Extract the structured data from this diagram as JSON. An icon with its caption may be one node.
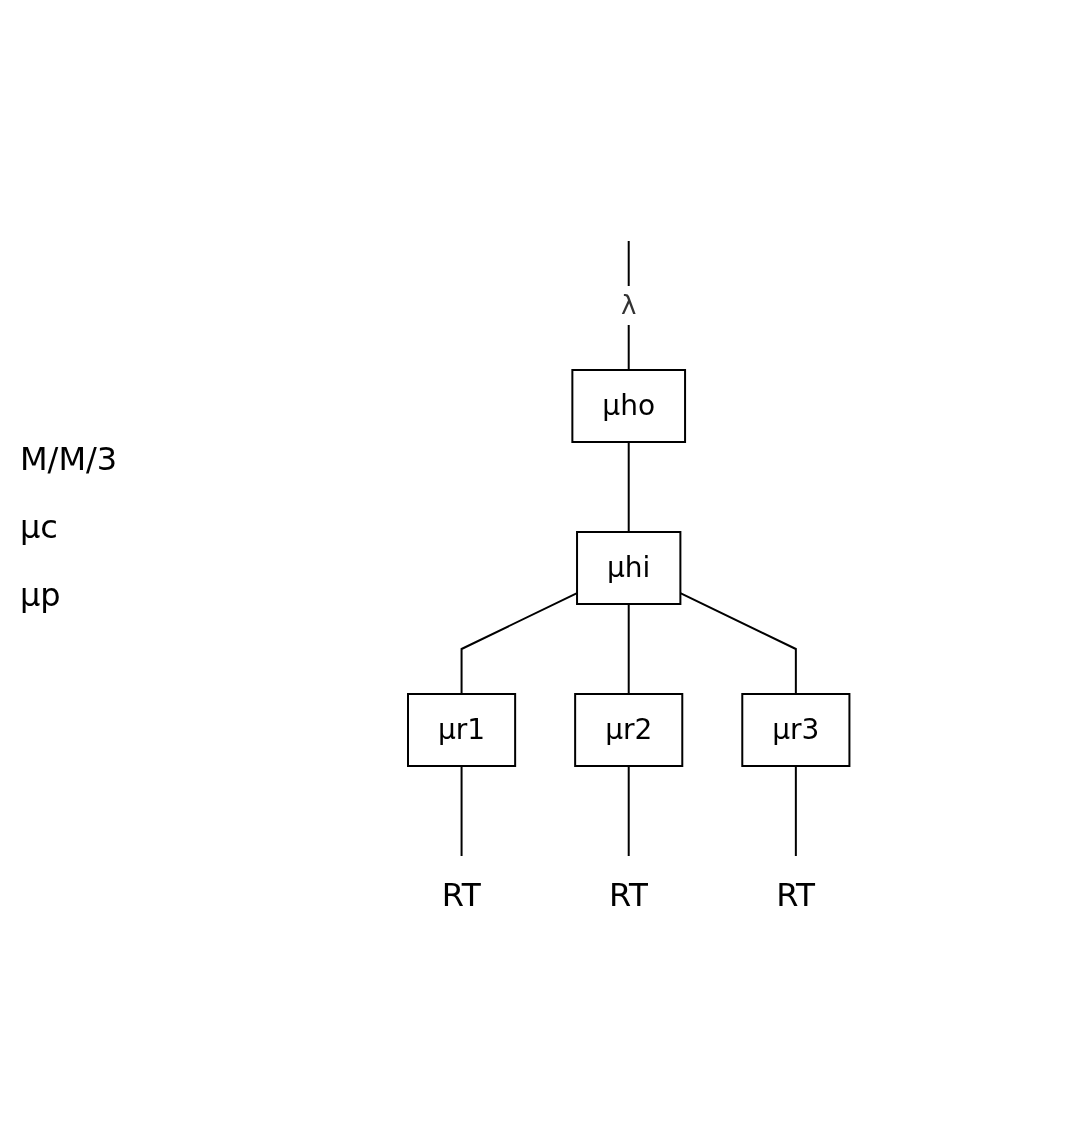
{
  "diagram": {
    "nodes": [
      {
        "text": [
          "μho"
        ]
      },
      {
        "text": [
          "μhi"
        ]
      },
      {
        "text": [
          "μr1"
        ]
      },
      {
        "text": [
          "μr2"
        ]
      },
      {
        "text": [
          "μr3"
        ]
      },
      {
        "text": [
          "RT"
        ]
      },
      {
        "text": [
          "RT"
        ]
      },
      {
        "text": [
          "RT"
        ]
      }
    ],
    "edges": [
      {
        "from": null,
        "to": 0,
        "arrow": "none",
        "label": "λ"
      },
      {
        "from": 0,
        "to": 1,
        "arrow": "none"
      },
      {
        "from": 1,
        "to": 2,
        "arrow": "none"
      },
      {
        "from": 1,
        "to": 3,
        "arrow": "none"
      },
      {
        "from": 1,
        "to": 4,
        "arrow": "none"
      },
      {
        "from": 2,
        "to": 5,
        "arrow": "none"
      },
      {
        "from": 3,
        "to": 6,
        "arrow": "none"
      },
      {
        "from": 4,
        "to": 7,
        "arrow": "none"
      }
    ],
    "labels": [
      "M/M/3",
      "μc",
      "μp"
    ]
  }
}
